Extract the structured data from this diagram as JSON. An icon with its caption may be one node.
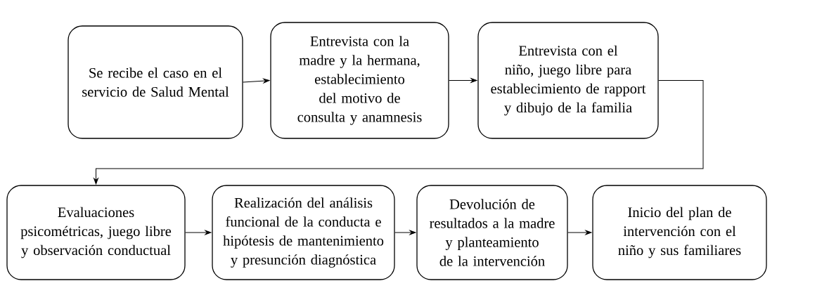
{
  "diagram": {
    "nodes": [
      {
        "text": [
          "Se recibe el caso en el servicio de Salud Mental"
        ]
      },
      {
        "text": [
          "Entrevista con la madre y la hermana, establecimiento del motivo de consulta y anamnesis"
        ]
      },
      {
        "text": [
          "Entrevista con el niño, juego libre para establecimiento de rapport y dibujo de la familia"
        ]
      },
      {
        "text": [
          "Evaluaciones psicométricas, juego libre y observación conductual"
        ]
      },
      {
        "text": [
          "Realización del análisis funcional de la conducta e hipótesis de mantenimiento y presunción diagnóstica"
        ]
      },
      {
        "text": [
          "Devolución de resultados a la madre y planteamiento de la intervención"
        ]
      },
      {
        "text": [
          "Inicio del plan de intervención con el niño y sus familiares"
        ]
      }
    ],
    "edges": [
      {
        "from": 0,
        "to": 1,
        "arrow": "to"
      },
      {
        "from": 1,
        "to": 2,
        "arrow": "to"
      },
      {
        "from": 2,
        "to": 3,
        "arrow": "to"
      },
      {
        "from": 3,
        "to": 4,
        "arrow": "to"
      },
      {
        "from": 4,
        "to": 5,
        "arrow": "to"
      },
      {
        "from": 5,
        "to": 6,
        "arrow": "to"
      }
    ]
  }
}
